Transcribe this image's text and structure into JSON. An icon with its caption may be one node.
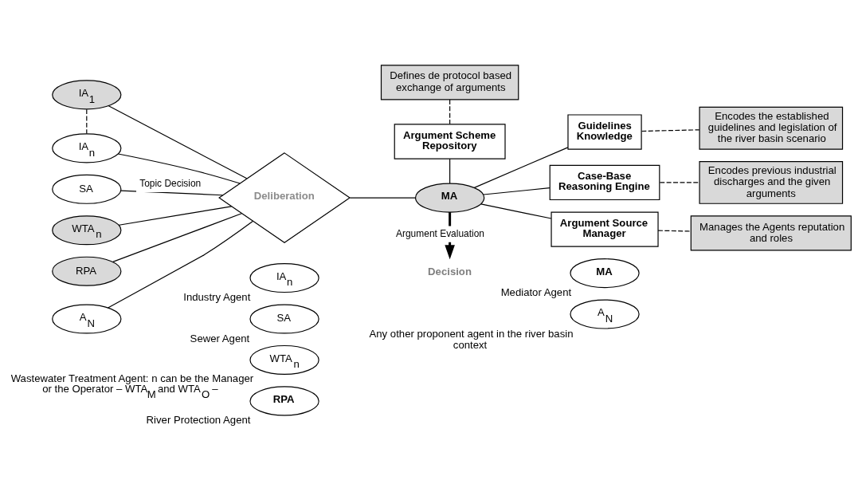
{
  "diagram": {
    "nodes": [
      {
        "text": [
          "IA$_{1}$"
        ]
      },
      {
        "text": [
          "IA$_{n}$"
        ]
      },
      {
        "text": [
          "SA"
        ]
      },
      {
        "text": [
          "WTA$_{n}$"
        ]
      },
      {
        "text": [
          "RPA"
        ]
      },
      {
        "text": [
          "A$_{N}$"
        ]
      },
      {
        "text": [
          "Deliberation"
        ]
      },
      {
        "text": [
          "Defines de protocol based exchange of arguments"
        ]
      },
      {
        "text": [
          "Argument Scheme Repository"
        ]
      },
      {
        "text": [
          "MA"
        ]
      },
      {
        "text": [
          "Guidelines Knowledge"
        ]
      },
      {
        "text": [
          "Encodes the established guidelines and legislation of the river basin scenario"
        ]
      },
      {
        "text": [
          "Case-Base Reasoning Engine"
        ]
      },
      {
        "text": [
          "Encodes previous industrial discharges and the given arguments"
        ]
      },
      {
        "text": [
          "Argument Source Manager"
        ]
      },
      {
        "text": [
          "Manages the Agents reputation and roles"
        ]
      },
      {
        "text": [
          "Decision"
        ]
      },
      {
        "text": [
          "IA$_{n}$"
        ],
        "beside": [
          "Industry Agent"
        ]
      },
      {
        "text": [
          "MA"
        ],
        "beside": [
          "Mediator Agent"
        ]
      },
      {
        "text": [
          "SA"
        ],
        "beside": [
          "Sewer Agent"
        ]
      },
      {
        "text": [
          "A$_{N}$"
        ],
        "beside": [
          "Any other proponent agent in the river basin context"
        ]
      },
      {
        "text": [
          "WTA$_{n}$"
        ],
        "beside": [
          "Wastewater Treatment Agent: n can be the Manager or the Operator – WTA$_{M}$ and WTA$_{O}$ –"
        ]
      },
      {
        "text": [
          "RPA"
        ],
        "beside": [
          "River Protection Agent"
        ]
      }
    ],
    "edges": [
      {
        "from": 0,
        "to": 1,
        "arrow": "none",
        "style": "dashed"
      },
      {
        "from": 0,
        "to": 6,
        "arrow": "none"
      },
      {
        "from": 1,
        "to": 6,
        "arrow": "none"
      },
      {
        "from": 2,
        "to": 6,
        "arrow": "none",
        "label": "Topic Decision"
      },
      {
        "from": 3,
        "to": 6,
        "arrow": "none"
      },
      {
        "from": 4,
        "to": 6,
        "arrow": "none"
      },
      {
        "from": 5,
        "to": 6,
        "arrow": "none"
      },
      {
        "from": 6,
        "to": 9,
        "arrow": "none"
      },
      {
        "from": 7,
        "to": 8,
        "arrow": "none",
        "style": "dashed"
      },
      {
        "from": 8,
        "to": 9,
        "arrow": "none"
      },
      {
        "from": 9,
        "to": 10,
        "arrow": "none"
      },
      {
        "from": 9,
        "to": 12,
        "arrow": "none"
      },
      {
        "from": 9,
        "to": 14,
        "arrow": "none"
      },
      {
        "from": 10,
        "to": 11,
        "arrow": "none",
        "style": "dashed"
      },
      {
        "from": 12,
        "to": 13,
        "arrow": "none",
        "style": "dashed"
      },
      {
        "from": 14,
        "to": 15,
        "arrow": "none",
        "style": "dashed"
      },
      {
        "from": 9,
        "to": 16,
        "arrow": "to",
        "style": "thick",
        "label": "Argument Evaluation"
      }
    ]
  }
}
